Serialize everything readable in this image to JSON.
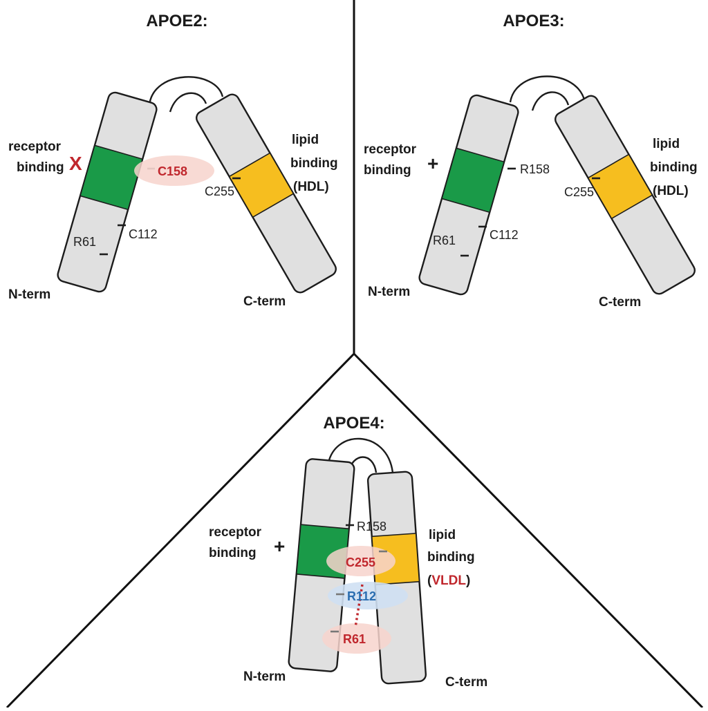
{
  "colors": {
    "receptor_region": "#1a9a48",
    "lipid_region": "#f6be1f",
    "helix_fill": "#e0e0e0",
    "highlight_red": "#c0272d",
    "highlight_blue": "#2a6db0",
    "halo_pink": "#f7d3cc",
    "halo_blue": "#cfe0f3"
  },
  "panels": {
    "apoe2": {
      "title": "APOE2:",
      "receptor_label_1": "receptor",
      "receptor_label_2": "binding",
      "receptor_mark": "X",
      "lipid_label_1": "lipid",
      "lipid_label_2": "binding",
      "lipid_label_3": "(HDL)",
      "site_158": "C158",
      "site_112": "C112",
      "site_61": "R61",
      "site_255": "C255",
      "n_term": "N-term",
      "c_term": "C-term"
    },
    "apoe3": {
      "title": "APOE3:",
      "receptor_label_1": "receptor",
      "receptor_label_2": "binding",
      "receptor_mark": "+",
      "lipid_label_1": "lipid",
      "lipid_label_2": "binding",
      "lipid_label_3": "(HDL)",
      "site_158": "R158",
      "site_112": "C112",
      "site_61": "R61",
      "site_255": "C255",
      "n_term": "N-term",
      "c_term": "C-term"
    },
    "apoe4": {
      "title": "APOE4:",
      "receptor_label_1": "receptor",
      "receptor_label_2": "binding",
      "receptor_mark": "+",
      "lipid_label_1": "lipid",
      "lipid_label_2": "binding",
      "lipid_paren_open": "(",
      "lipid_paren_word": "VLDL",
      "lipid_paren_close": ")",
      "site_158": "R158",
      "site_255": "C255",
      "site_112": "R112",
      "site_61": "R61",
      "n_term": "N-term",
      "c_term": "C-term"
    }
  }
}
